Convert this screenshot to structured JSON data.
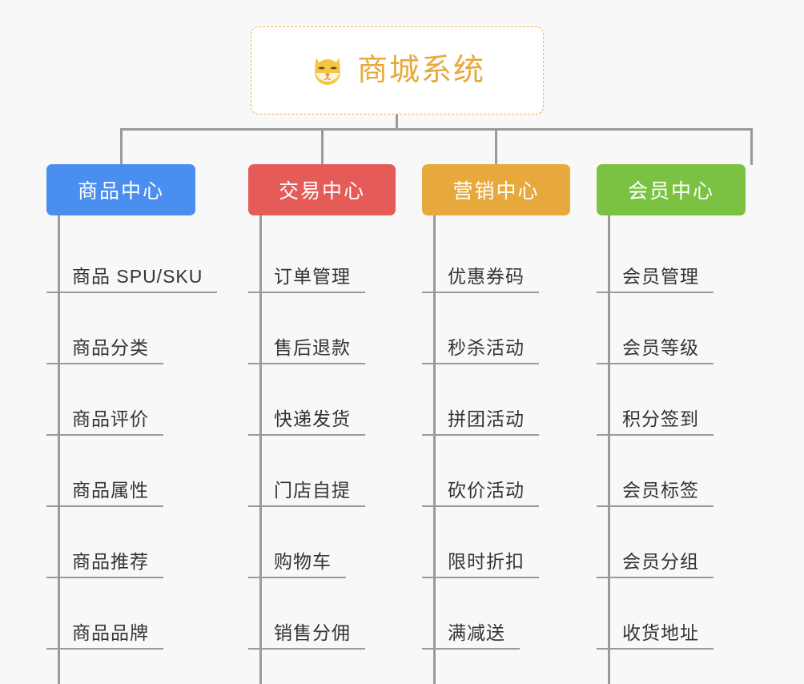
{
  "page": {
    "background_color": "#f8f8f8",
    "text_color": "#333333",
    "connector_color": "#9a9a9a"
  },
  "root": {
    "icon": "shiba-dog-icon",
    "title": "商城系统",
    "title_color": "#e8a93c",
    "border_color": "#e8b44a",
    "background": "#ffffff"
  },
  "branches": [
    {
      "id": "product-center",
      "label": "商品中心",
      "color": "#4a8ef0",
      "items": [
        "商品 SPU/SKU",
        "商品分类",
        "商品评价",
        "商品属性",
        "商品推荐",
        "商品品牌"
      ]
    },
    {
      "id": "trade-center",
      "label": "交易中心",
      "color": "#e55b57",
      "items": [
        "订单管理",
        "售后退款",
        "快递发货",
        "门店自提",
        "购物车",
        "销售分佣"
      ]
    },
    {
      "id": "marketing-center",
      "label": "营销中心",
      "color": "#e8a93c",
      "items": [
        "优惠券码",
        "秒杀活动",
        "拼团活动",
        "砍价活动",
        "限时折扣",
        "满减送"
      ]
    },
    {
      "id": "member-center",
      "label": "会员中心",
      "color": "#7cc242",
      "items": [
        "会员管理",
        "会员等级",
        "积分签到",
        "会员标签",
        "会员分组",
        "收货地址"
      ]
    }
  ]
}
